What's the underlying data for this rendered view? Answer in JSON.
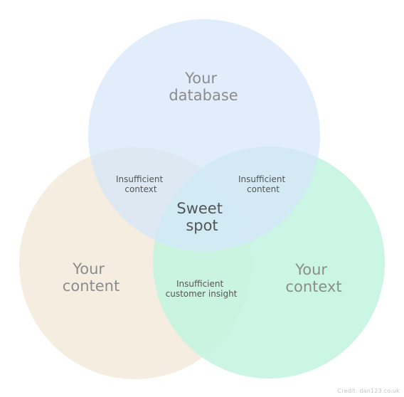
{
  "diagram": {
    "type": "venn-3",
    "circles": [
      {
        "id": "database",
        "lines": [
          "Your",
          "database"
        ],
        "color": "#d6e6fa"
      },
      {
        "id": "content",
        "lines": [
          "Your",
          "content"
        ],
        "color": "#f3eadb"
      },
      {
        "id": "context",
        "lines": [
          "Your",
          "context"
        ],
        "color": "#c2f3df"
      }
    ],
    "overlaps": {
      "database_content": [
        "Insufficient",
        "context"
      ],
      "database_context": [
        "Insufficient",
        "content"
      ],
      "content_context": [
        "Insufficient",
        "customer insight"
      ],
      "center": [
        "Sweet",
        "spot"
      ]
    }
  },
  "credit": "Credit: dan123.co.uk"
}
